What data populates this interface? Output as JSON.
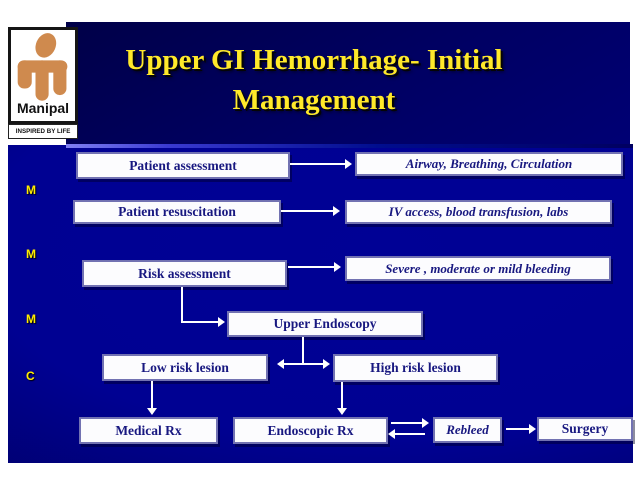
{
  "slide": {
    "title_line1": "Upper GI Hemorrhage- Initial",
    "title_line2": "Management",
    "watermark": [
      "M",
      "M",
      "M",
      "C"
    ]
  },
  "logo": {
    "brand": "Manipal",
    "tagline": "INSPIRED BY LIFE",
    "figure_icon": "manipal-person-icon"
  },
  "flowchart": {
    "patient_assessment": "Patient assessment",
    "abc": "Airway, Breathing, Circulation",
    "patient_resuscitation": "Patient resuscitation",
    "iv_access": "IV access, blood transfusion, labs",
    "risk_assessment": "Risk assessment",
    "severity": "Severe , moderate or mild bleeding",
    "upper_endoscopy": "Upper Endoscopy",
    "low_risk": "Low risk lesion",
    "high_risk": "High risk lesion",
    "medical_rx": "Medical Rx",
    "endoscopic_rx": "Endoscopic Rx",
    "rebleed": "Rebleed",
    "surgery": "Surgery"
  },
  "colors": {
    "title_text": "#ffe92a",
    "band_navy": "#000060",
    "panel_blue": "#000195",
    "box_text_navy": "#181880",
    "watermark_yellow": "#ffec00",
    "logo_figure_tan": "#cf8a4e",
    "arrow_white": "#ffffff"
  }
}
